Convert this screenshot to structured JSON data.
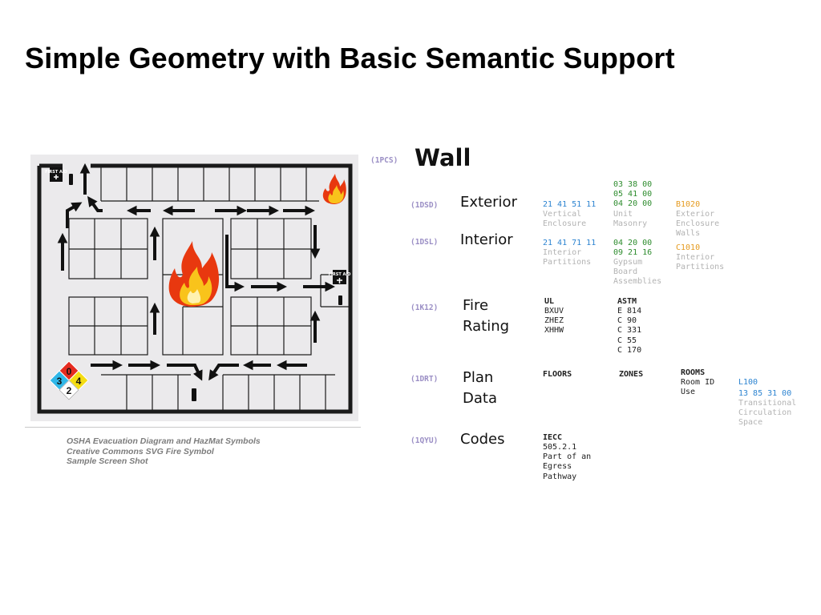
{
  "title": "Simple Geometry with Basic Semantic Support",
  "diagram": {
    "first_aid_label": "FIRST AID",
    "hazmat": {
      "health": "3",
      "flammability": "0",
      "instability": "4",
      "special": "2"
    },
    "colors": {
      "fire_outer": "#e8380f",
      "fire_inner": "#f9c31b",
      "health": "#2fb7e8",
      "flam": "#e52b20",
      "instab": "#f4dc12",
      "special": "#ffffff"
    }
  },
  "caption": {
    "line1": "OSHA Evacuation Diagram and HazMat Symbols",
    "line2": "Creative Commons SVG Fire Symbol",
    "line3": "Sample Screen Shot"
  },
  "wall": {
    "code": "(1PCS)",
    "label": "Wall"
  },
  "rows": {
    "exterior": {
      "code": "(1DSD)",
      "label": "Exterior",
      "col1_num": "21 41 51 11",
      "col1_desc": "Vertical\nEnclosure",
      "col2_num": "03 38 00\n05 41 00\n04 20 00",
      "col2_desc": "Unit\nMasonry",
      "col3_num": "B1020",
      "col3_desc": "Exterior\nEnclosure\nWalls"
    },
    "interior": {
      "code": "(1DSL)",
      "label": "Interior",
      "col1_num": "21 41 71 11",
      "col1_desc": "Interior\nPartitions",
      "col2_num": "04 20 00\n09 21 16",
      "col2_desc": "Gypsum\nBoard\nAssemblies",
      "col3_num": "C1010",
      "col3_desc": "Interior\nPartitions"
    },
    "fire": {
      "code": "(1K12)",
      "label1": "Fire",
      "label2": "Rating",
      "ul_head": "UL",
      "ul_values": "BXUV\nZHEZ\nXHHW",
      "astm_head": "ASTM",
      "astm_values": "E 814\nC 90\nC 331\nC 55\nC 170"
    },
    "plan": {
      "code": "(1DRT)",
      "label1": "Plan",
      "label2": "Data",
      "floors": "FLOORS",
      "zones": "ZONES",
      "rooms": "ROOMS",
      "rooms_values": "Room ID\nUse",
      "room_id": "L100",
      "room_num": "13 85 31 00",
      "room_desc": "Transitional\nCirculation\nSpace"
    },
    "codes": {
      "code": "(1QYU)",
      "label": "Codes",
      "head": "IECC",
      "values": "505.2.1\nPart of an\nEgress\nPathway"
    }
  }
}
